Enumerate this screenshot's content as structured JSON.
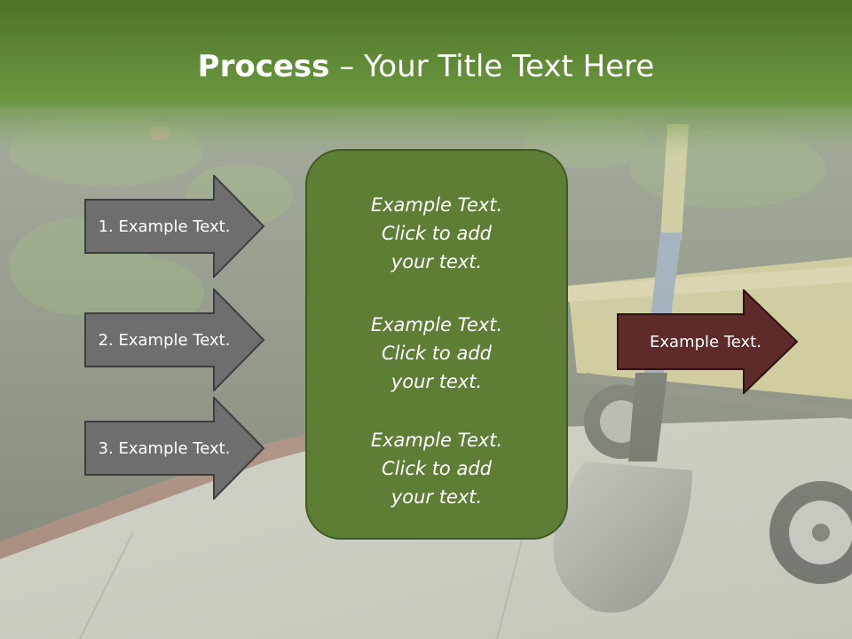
{
  "title": {
    "bold": "Process",
    "separator": " – ",
    "rest": "Your Title Text Here"
  },
  "arrows": [
    {
      "label": "1. Example Text."
    },
    {
      "label": "2. Example Text."
    },
    {
      "label": "3. Example Text."
    }
  ],
  "center_blocks": [
    {
      "text": "Example Text.\nClick  to add\nyour text."
    },
    {
      "text": "Example Text.\nClick  to add\nyour text."
    },
    {
      "text": "Example Text.\nClick  to add\nyour text."
    }
  ],
  "right_arrow": {
    "label": "Example Text."
  },
  "colors": {
    "header_green": "#5b8232",
    "center_box": "#5e7e36",
    "left_arrow": "#6e6e6e",
    "right_arrow": "#5e2a2a"
  }
}
